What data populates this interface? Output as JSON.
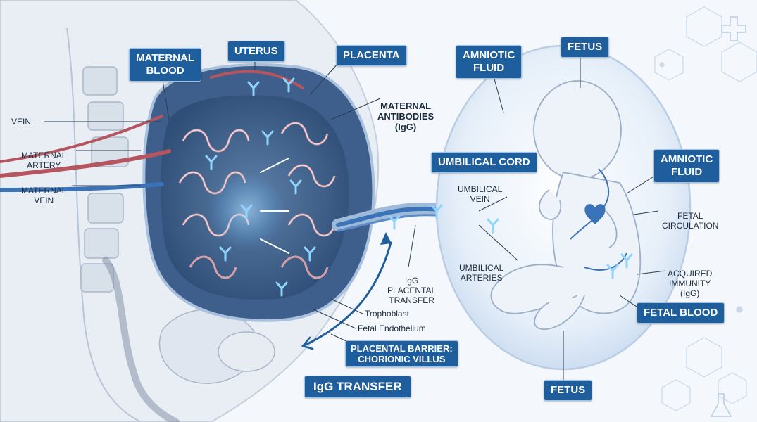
{
  "labels": {
    "maternal_blood": "MATERNAL\nBLOOD",
    "uterus": "UTERUS",
    "placenta": "PLACENTA",
    "amniotic_fluid_top": "AMNIOTIC\nFLUID",
    "fetus_top": "FETUS",
    "maternal_antibodies": "MATERNAL\nANTIBODIES\n(IgG)",
    "vein": "VEIN",
    "maternal_artery": "MATERNAL\nARTERY",
    "maternal_vein": "MATERNAL\nVEIN",
    "umbilical_cord": "UMBILICAL CORD",
    "umbilical_vein": "UMBILICAL\nVEIN",
    "umbilical_arteries": "UMBILICAL\nARTERIES",
    "igg_placental_transfer": "IgG\nPLACENTAL\nTRANSFER",
    "amniotic_fluid_right": "AMNIOTIC\nFLUID",
    "fetal_circulation": "FETAL\nCIRCULATION",
    "acquired_immunity": "ACQUIRED\nIMMUNITY\n(IgG)",
    "fetal_blood": "FETAL BLOOD",
    "trophoblast": "Trophoblast",
    "fetal_endothelium": "Fetal Endothelium",
    "placental_barrier": "PLACENTAL BARRIER:\nCHORIONIC VILLUS",
    "igg_transfer": "IgG TRANSFER",
    "fetus_bottom": "FETUS"
  },
  "icons": [
    "antibody-icon",
    "medical-cross-icon",
    "flask-icon",
    "transfer-arrow-icon"
  ],
  "colors": {
    "label_box": "#1f5e9c",
    "label_border": "#9fc3e6",
    "maternal_vessel": "#b5555f",
    "fetal_vessel": "#3b73b8",
    "antibody_glow": "#4fb3ff",
    "background": "#f4f7fb"
  }
}
